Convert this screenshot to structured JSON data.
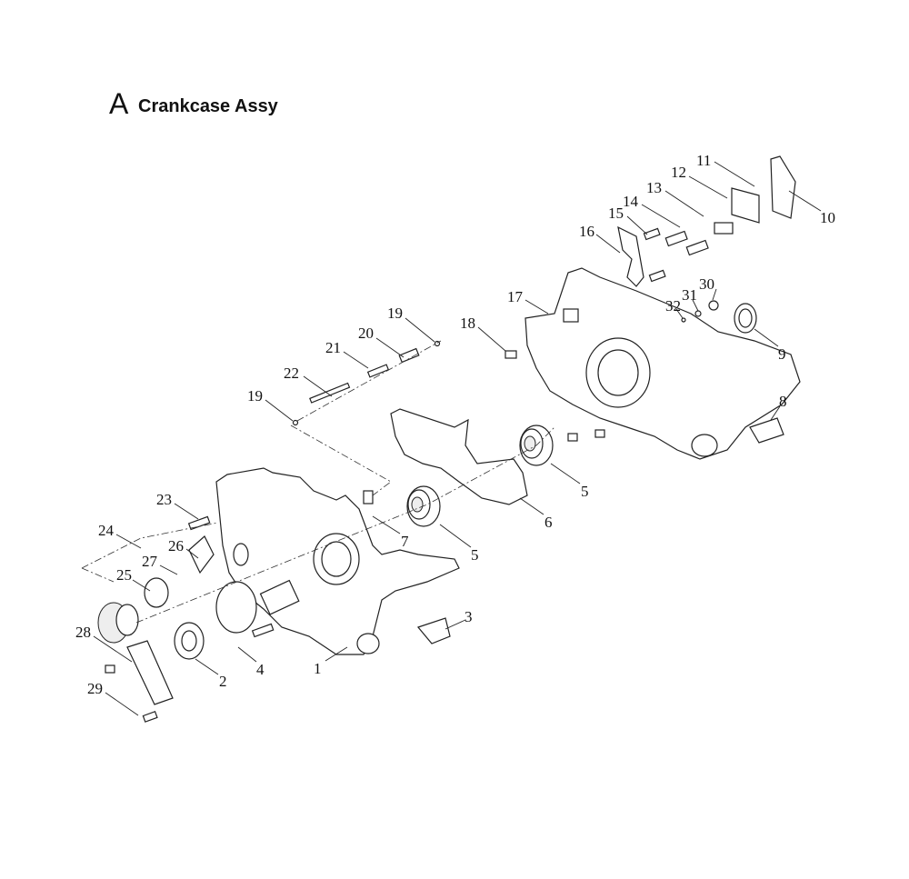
{
  "header": {
    "section_letter": "A",
    "title": "Crankcase Assy"
  },
  "callouts": [
    {
      "id": "c1",
      "label": "1"
    },
    {
      "id": "c2",
      "label": "2"
    },
    {
      "id": "c3",
      "label": "3"
    },
    {
      "id": "c4",
      "label": "4"
    },
    {
      "id": "c5a",
      "label": "5"
    },
    {
      "id": "c5b",
      "label": "5"
    },
    {
      "id": "c6",
      "label": "6"
    },
    {
      "id": "c7",
      "label": "7"
    },
    {
      "id": "c8",
      "label": "8"
    },
    {
      "id": "c9",
      "label": "9"
    },
    {
      "id": "c10",
      "label": "10"
    },
    {
      "id": "c11",
      "label": "11"
    },
    {
      "id": "c12",
      "label": "12"
    },
    {
      "id": "c13",
      "label": "13"
    },
    {
      "id": "c14",
      "label": "14"
    },
    {
      "id": "c15",
      "label": "15"
    },
    {
      "id": "c16",
      "label": "16"
    },
    {
      "id": "c17",
      "label": "17"
    },
    {
      "id": "c18",
      "label": "18"
    },
    {
      "id": "c19a",
      "label": "19"
    },
    {
      "id": "c19b",
      "label": "19"
    },
    {
      "id": "c20",
      "label": "20"
    },
    {
      "id": "c21",
      "label": "21"
    },
    {
      "id": "c22",
      "label": "22"
    },
    {
      "id": "c23",
      "label": "23"
    },
    {
      "id": "c24",
      "label": "24"
    },
    {
      "id": "c25",
      "label": "25"
    },
    {
      "id": "c26",
      "label": "26"
    },
    {
      "id": "c27",
      "label": "27"
    },
    {
      "id": "c28",
      "label": "28"
    },
    {
      "id": "c29",
      "label": "29"
    },
    {
      "id": "c30",
      "label": "30"
    },
    {
      "id": "c31",
      "label": "31"
    },
    {
      "id": "c32",
      "label": "32"
    }
  ]
}
